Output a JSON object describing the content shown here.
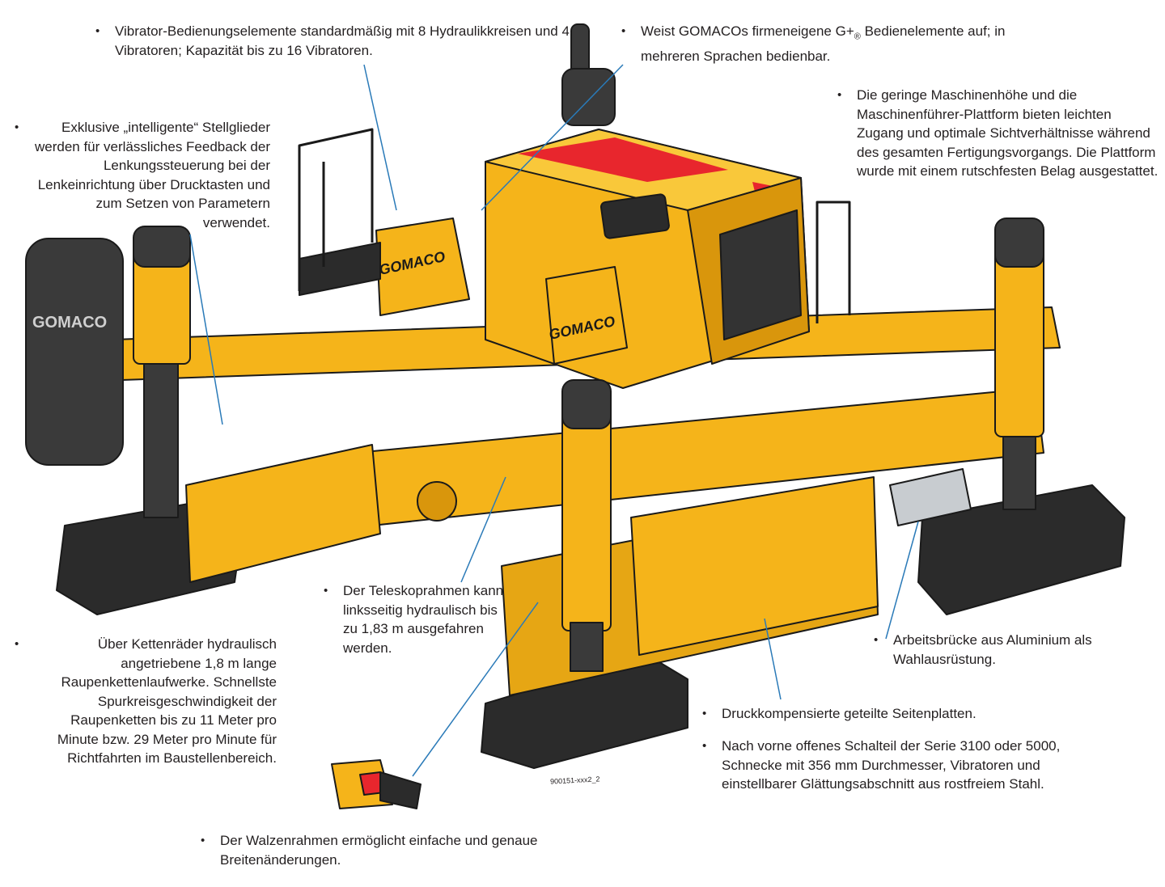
{
  "callouts": {
    "vibrator": "Vibrator-Bedienungselemente standardmäßig mit 8 Hydraulikkreisen und 4 Vibratoren; Kapazität bis zu 16 Vibratoren.",
    "controls_pre": "Weist GOMACOs firmeneigene G+",
    "controls_reg": "®",
    "controls_post": " Bedienelemente auf; in mehreren Sprachen bedienbar.",
    "sensors": "Exklusive „intelligente“ Stellglieder werden für verlässliches Feedback der Lenkungssteuerung bei der Lenkeinrichtung über Drucktasten und zum Setzen von Parametern verwendet.",
    "platform": "Die geringe Maschinenhöhe und die Maschinenführer-Plattform bieten leichten Zugang und optimale Sichtverhältnisse während des gesamten Fertigungsvorgangs. Die Plattform wurde mit einem rutschfesten Belag ausgestattet.",
    "tracks": "Über Kettenräder hydraulisch angetriebene 1,8 m lange Raupenkettenlaufwerke. Schnellste Spurkreisgeschwindigkeit der Raupenketten bis zu 11 Meter pro Minute bzw. 29 Meter pro Minute für Richtfahrten im Baustellenbereich.",
    "telescope": "Der Teleskoprahmen kann linksseitig hydraulisch bis zu 1,83 m ausgefahren werden.",
    "bridge": "Arbeitsbrücke aus Aluminium als Wahlausrüstung.",
    "sideplates": "Druckkompensierte geteilte Seitenplatten.",
    "mold": "Nach vorne offenes Schalteil der Serie 3100 oder 5000, Schnecke mit 356 mm Durchmesser, Vibratoren und einstellbarer Glättungsabschnitt aus rostfreiem Stahl.",
    "roller": "Der Walzenrahmen ermöglicht einfache und genaue Breitenänderungen."
  },
  "machine": {
    "brand_label": "GOMACO",
    "tank_label": "GOMACO",
    "ref_code": "900151-xxx2_2"
  },
  "colors": {
    "machine_yellow": "#f5b41a",
    "machine_shade": "#d9960c",
    "track_black": "#2b2b2b",
    "stripe_red": "#e8262d",
    "leader_blue": "#2a7ab8",
    "text": "#231f20"
  }
}
